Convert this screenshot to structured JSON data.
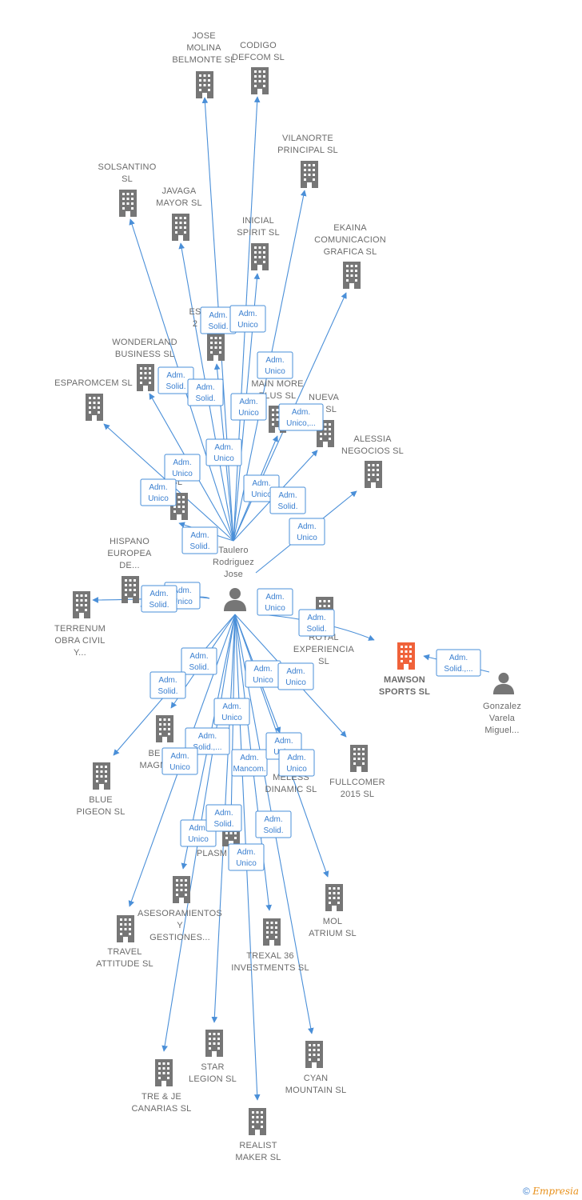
{
  "colors": {
    "edge": "#4a8fd8",
    "building": "#767676",
    "highlight": "#f0623a",
    "person": "#767676"
  },
  "footer": {
    "symbol": "©",
    "brand": "Empresia"
  },
  "center_person": {
    "lines": [
      "Taulero",
      "Rodriguez",
      "Jose"
    ]
  },
  "other_person": {
    "lines": [
      "Gonzalez",
      "Varela",
      "Miguel..."
    ]
  },
  "companies": [
    {
      "id": "jose_molina",
      "lines": [
        "JOSE",
        "MOLINA",
        "BELMONTE  SL"
      ]
    },
    {
      "id": "codigo_defcom",
      "lines": [
        "CODIGO",
        "DEFCOM  SL"
      ]
    },
    {
      "id": "vilanorte",
      "lines": [
        "VILANORTE",
        "PRINCIPAL  SL"
      ]
    },
    {
      "id": "solsantino",
      "lines": [
        "SOLSANTINO",
        "SL"
      ]
    },
    {
      "id": "javaga",
      "lines": [
        "JAVAGA",
        "MAYOR  SL"
      ]
    },
    {
      "id": "inicial_spirit",
      "lines": [
        "INICIAL",
        "SPIRIT  SL"
      ]
    },
    {
      "id": "ekaina",
      "lines": [
        "EKAINA",
        "COMUNICACION",
        "GRAFICA  SL"
      ]
    },
    {
      "id": "es2",
      "lines": [
        "ES",
        "2"
      ]
    },
    {
      "id": "wonderland",
      "lines": [
        "WONDERLAND",
        "BUSINESS  SL"
      ]
    },
    {
      "id": "esparomcem",
      "lines": [
        "ESPAROMCEM SL"
      ]
    },
    {
      "id": "main_more",
      "lines": [
        "MAIN MORE",
        "PLUS  SL"
      ]
    },
    {
      "id": "nueva",
      "lines": [
        "NUEVA",
        "ES  SL"
      ]
    },
    {
      "id": "alessia",
      "lines": [
        "ALESSIA",
        "NEGOCIOS  SL"
      ]
    },
    {
      "id": "k_sl",
      "lines": [
        "K",
        "Y  SL"
      ]
    },
    {
      "id": "hispano",
      "lines": [
        "HISPANO",
        "EUROPEA",
        "DE..."
      ]
    },
    {
      "id": "terrenum",
      "lines": [
        "TERRENUM",
        "OBRA CIVIL",
        "Y..."
      ]
    },
    {
      "id": "royal",
      "lines": [
        "ROYAL",
        "EXPERIENCIA",
        "SL"
      ]
    },
    {
      "id": "mawson",
      "lines": [
        "MAWSON",
        "SPORTS  SL"
      ]
    },
    {
      "id": "fullcomer",
      "lines": [
        "FULLCOMER",
        "2015  SL"
      ]
    },
    {
      "id": "bemagni",
      "lines": [
        "BE",
        "MAGNI"
      ]
    },
    {
      "id": "timeless",
      "lines": [
        "MELESS",
        "DINAMIC  SL"
      ]
    },
    {
      "id": "blue_pigeon",
      "lines": [
        "BLUE",
        "PIGEON  SL"
      ]
    },
    {
      "id": "plasm",
      "lines": [
        "PLASM"
      ]
    },
    {
      "id": "asesoramientos",
      "lines": [
        "ASESORAMIENTOS",
        "Y",
        "GESTIONES..."
      ]
    },
    {
      "id": "mol_atrium",
      "lines": [
        "MOL",
        "ATRIUM  SL"
      ]
    },
    {
      "id": "travel",
      "lines": [
        "TRAVEL",
        "ATTITUDE  SL"
      ]
    },
    {
      "id": "trexal",
      "lines": [
        "TREXAL 36",
        "INVESTMENTS SL"
      ]
    },
    {
      "id": "star_legion",
      "lines": [
        "STAR",
        "LEGION  SL"
      ]
    },
    {
      "id": "cyan",
      "lines": [
        "CYAN",
        "MOUNTAIN  SL"
      ]
    },
    {
      "id": "tre_je",
      "lines": [
        "TRE & JE",
        "CANARIAS  SL"
      ]
    },
    {
      "id": "realist",
      "lines": [
        "REALIST",
        "MAKER  SL"
      ]
    }
  ],
  "relations": [
    {
      "id": "r1",
      "lines": [
        "Adm.",
        "Solid."
      ]
    },
    {
      "id": "r2",
      "lines": [
        "Adm.",
        "Unico"
      ]
    },
    {
      "id": "r3",
      "lines": [
        "Adm.",
        "Unico"
      ]
    },
    {
      "id": "r4",
      "lines": [
        "Adm.",
        "Solid."
      ]
    },
    {
      "id": "r5",
      "lines": [
        "Adm.",
        "Solid."
      ]
    },
    {
      "id": "r6",
      "lines": [
        "Adm.",
        "Unico"
      ]
    },
    {
      "id": "r7",
      "lines": [
        "Adm.",
        "Unico,..."
      ]
    },
    {
      "id": "r8",
      "lines": [
        "Adm.",
        "Unico"
      ]
    },
    {
      "id": "r9",
      "lines": [
        "Adm.",
        "Unico"
      ]
    },
    {
      "id": "r10",
      "lines": [
        "Adm.",
        "Unico"
      ]
    },
    {
      "id": "r11",
      "lines": [
        "Adm.",
        "Unico"
      ]
    },
    {
      "id": "r12",
      "lines": [
        "Adm.",
        "Solid."
      ]
    },
    {
      "id": "r13",
      "lines": [
        "Adm.",
        "Unico"
      ]
    },
    {
      "id": "r14",
      "lines": [
        "Adm.",
        "Solid."
      ]
    },
    {
      "id": "r15",
      "lines": [
        "Adm.",
        "Unico"
      ]
    },
    {
      "id": "r16",
      "lines": [
        "Adm.",
        "Solid."
      ]
    },
    {
      "id": "r17",
      "lines": [
        "Adm.",
        "Unico"
      ]
    },
    {
      "id": "r18",
      "lines": [
        "Adm.",
        "Solid."
      ]
    },
    {
      "id": "r19",
      "lines": [
        "Adm.",
        "Solid.,..."
      ]
    },
    {
      "id": "r20",
      "lines": [
        "Adm.",
        "Solid."
      ]
    },
    {
      "id": "r21",
      "lines": [
        "Adm.",
        "Solid."
      ]
    },
    {
      "id": "r22",
      "lines": [
        "Adm.",
        "Unico"
      ]
    },
    {
      "id": "r23",
      "lines": [
        "Adm.",
        "Unico"
      ]
    },
    {
      "id": "r24",
      "lines": [
        "Adm.",
        "Unico"
      ]
    },
    {
      "id": "r25",
      "lines": [
        "Adm.",
        "Solid.,..."
      ]
    },
    {
      "id": "r26",
      "lines": [
        "Adm.",
        "Unico"
      ]
    },
    {
      "id": "r27",
      "lines": [
        "Adm.",
        "Mancom."
      ]
    },
    {
      "id": "r28",
      "lines": [
        "Adm.",
        "Unico"
      ]
    },
    {
      "id": "r29",
      "lines": [
        "Adm.",
        "Unico"
      ]
    },
    {
      "id": "r30",
      "lines": [
        "Adm.",
        "Solid."
      ]
    },
    {
      "id": "r31",
      "lines": [
        "Adm.",
        "Solid."
      ]
    },
    {
      "id": "r32",
      "lines": [
        "Adm.",
        "Unico"
      ]
    },
    {
      "id": "r33",
      "lines": [
        "Adm.",
        "Unico"
      ]
    }
  ]
}
